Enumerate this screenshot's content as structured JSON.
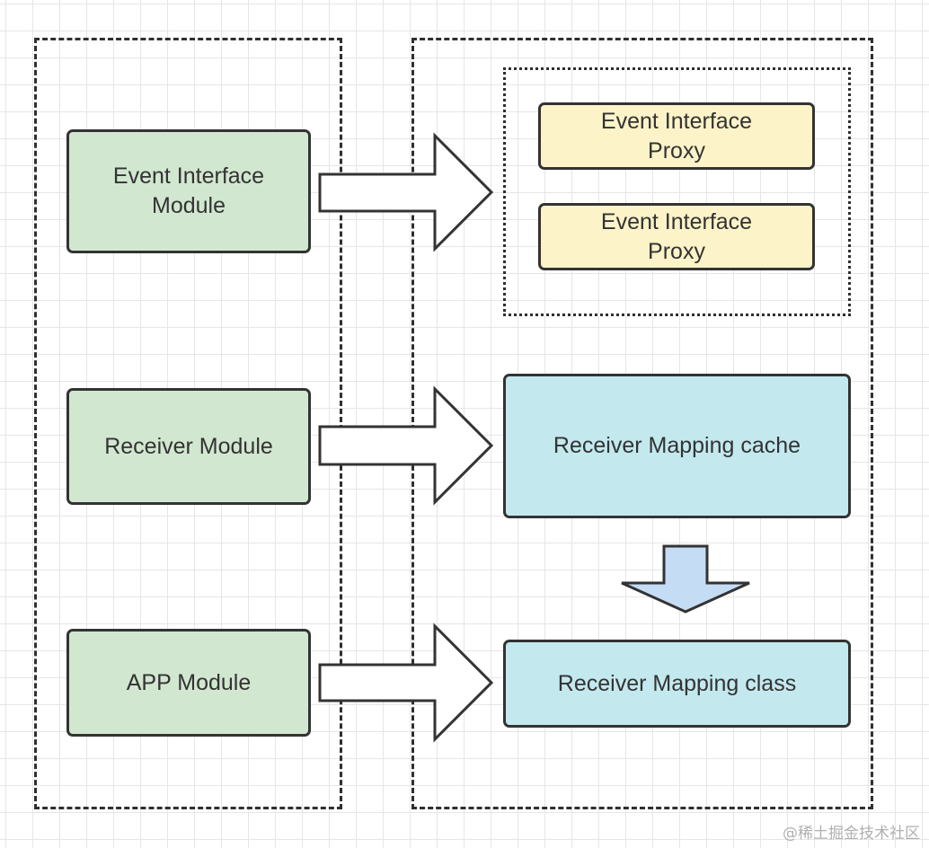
{
  "modules": {
    "event_interface": "Event Interface\nModule",
    "receiver": "Receiver Module",
    "app": "APP Module"
  },
  "proxies": [
    "Event Interface\nProxy",
    "Event Interface\nProxy"
  ],
  "mapping": {
    "cache": "Receiver  Mapping cache",
    "class": "Receiver  Mapping class"
  },
  "watermark": "@稀土掘金技术社区",
  "colors": {
    "module_fill": "#d2e7d0",
    "proxy_fill": "#fcf3c8",
    "mapping_fill": "#c3e9ef",
    "down_arrow_fill": "#c5dcf5",
    "stroke": "#333333"
  },
  "icons": {
    "right_arrow": "hollow-block-right-arrow",
    "down_arrow": "filled-block-down-arrow"
  }
}
